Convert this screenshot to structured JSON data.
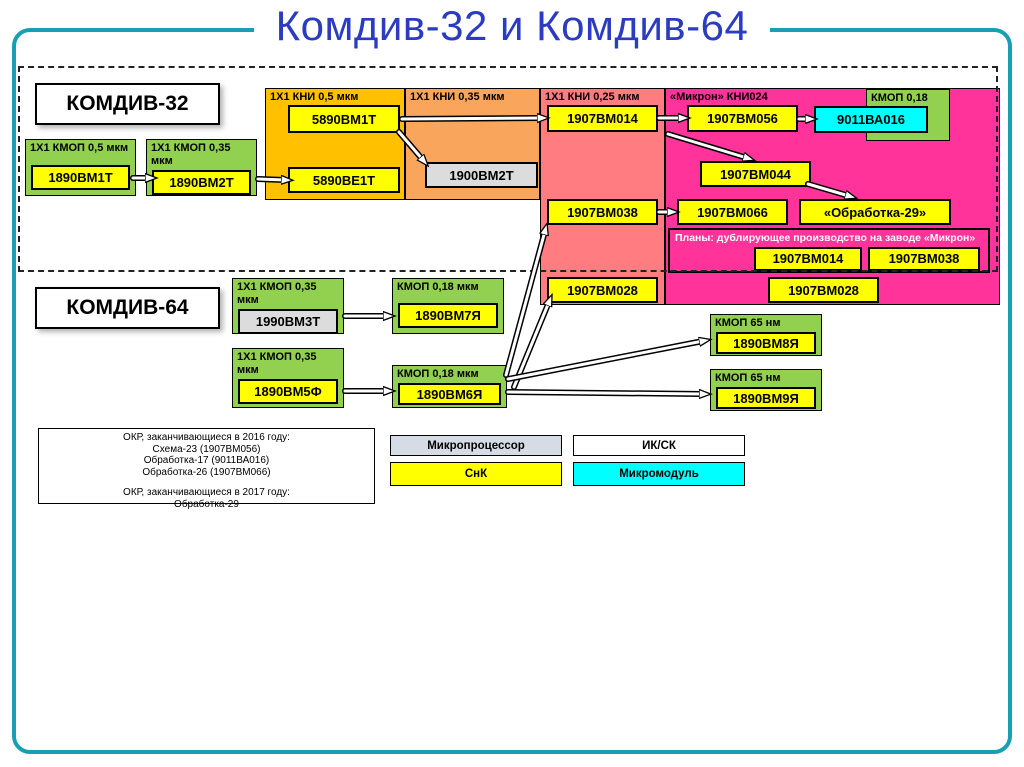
{
  "title": "Комдив-32 и Комдив-64",
  "colors": {
    "frame": "#189FB4",
    "title_text": "#2B3CC3",
    "region_kni_05": "#FFC000",
    "region_kni_035": "#F9A55C",
    "region_kni_025": "#FF7C80",
    "region_mikron": "#FF3399",
    "process_green": "#92D050",
    "chip_snk_yellow": "#FFFF00",
    "chip_micromodule_cyan": "#00FFFF",
    "chip_microprocessor_grey": "#DCDCDC"
  },
  "sections": {
    "komdiv32": "КОМДИВ-32",
    "komdiv64": "КОМДИВ-64"
  },
  "regions": {
    "kni05": "1Х1 КНИ 0,5 мкм",
    "kni035": "1Х1 КНИ 0,35 мкм",
    "kni025": "1Х1 КНИ 0,25 мкм",
    "mikron": "«Микрон» КНИ024",
    "kmop018": "КМОП 0,18",
    "plans": "Планы: дублирующее производство на заводе «Микрон»"
  },
  "process": {
    "kmop05": "1Х1 КМОП 0,5 мкм",
    "kmop035_a": "1Х1 КМОП 0,35 мкм",
    "kmop035_b": "1Х1 КМОП 0,35 мкм",
    "kmop035_c": "1Х1 КМОП 0,35 мкм",
    "kmop018_a": "КМОП 0,18 мкм",
    "kmop018_b": "КМОП 0,18 мкм",
    "kmop65_a": "КМОП 65 нм",
    "kmop65_b": "КМОП 65 нм"
  },
  "chips": {
    "vm1890_1t": "1890ВМ1Т",
    "vm1890_2t": "1890ВМ2Т",
    "vm5890_1t": "5890ВМ1Т",
    "ve5890_1t": "5890ВЕ1Т",
    "vm1900_2t": "1900ВМ2Т",
    "vm1907_014": "1907ВМ014",
    "vm1907_056": "1907ВМ056",
    "va9011_016": "9011ВА016",
    "vm1907_044": "1907ВМ044",
    "vm1907_038": "1907ВМ038",
    "vm1907_066": "1907ВМ066",
    "obrabotka29": "«Обработка-29»",
    "plan_vm014": "1907ВМ014",
    "plan_vm038": "1907ВМ038",
    "vm1907_028_left": "1907ВМ028",
    "vm1907_028_right": "1907ВМ028",
    "vm1990_3t": "1990ВМ3Т",
    "vm1890_7ya": "1890ВМ7Я",
    "vm1890_5f": "1890ВМ5Ф",
    "vm1890_6ya": "1890ВМ6Я",
    "vm1890_8ya": "1890ВМ8Я",
    "vm1890_9ya": "1890ВМ9Я"
  },
  "notes": {
    "line1": "ОКР, заканчивающиеся в 2016 году:",
    "line2": "Схема-23 (1907ВМ056)",
    "line3": "Обработка-17 (9011ВА016)",
    "line4": "Обработка-26 (1907ВМ066)",
    "line5": "ОКР, заканчивающиеся в 2017 году:",
    "line6": "Обработка-29"
  },
  "legend": {
    "microprocessor": "Микропроцессор",
    "ik_sk": "ИК/СК",
    "snk": "СнК",
    "micromodule": "Микромодуль"
  }
}
